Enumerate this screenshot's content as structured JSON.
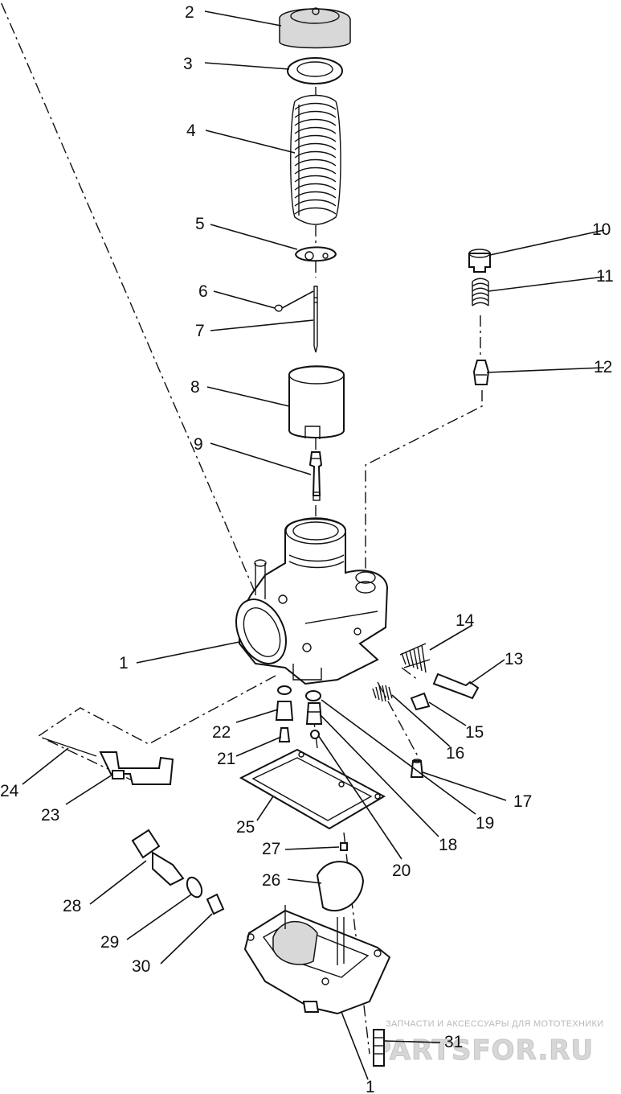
{
  "callouts": [
    {
      "id": "c1a",
      "text": "1"
    },
    {
      "id": "c1b",
      "text": "1"
    },
    {
      "id": "c2",
      "text": "2"
    },
    {
      "id": "c3",
      "text": "3"
    },
    {
      "id": "c4",
      "text": "4"
    },
    {
      "id": "c5",
      "text": "5"
    },
    {
      "id": "c6",
      "text": "6"
    },
    {
      "id": "c7",
      "text": "7"
    },
    {
      "id": "c8",
      "text": "8"
    },
    {
      "id": "c9",
      "text": "9"
    },
    {
      "id": "c10",
      "text": "10"
    },
    {
      "id": "c11",
      "text": "11"
    },
    {
      "id": "c12",
      "text": "12"
    },
    {
      "id": "c13",
      "text": "13"
    },
    {
      "id": "c14",
      "text": "14"
    },
    {
      "id": "c15",
      "text": "15"
    },
    {
      "id": "c16",
      "text": "16"
    },
    {
      "id": "c17",
      "text": "17"
    },
    {
      "id": "c18",
      "text": "18"
    },
    {
      "id": "c19",
      "text": "19"
    },
    {
      "id": "c20",
      "text": "20"
    },
    {
      "id": "c21",
      "text": "21"
    },
    {
      "id": "c22",
      "text": "22"
    },
    {
      "id": "c23",
      "text": "23"
    },
    {
      "id": "c24",
      "text": "24"
    },
    {
      "id": "c25",
      "text": "25"
    },
    {
      "id": "c26",
      "text": "26"
    },
    {
      "id": "c27",
      "text": "27"
    },
    {
      "id": "c28",
      "text": "28"
    },
    {
      "id": "c29",
      "text": "29"
    },
    {
      "id": "c30",
      "text": "30"
    },
    {
      "id": "c31",
      "text": "31"
    }
  ],
  "watermark": {
    "tagline": "ЗАПЧАСТИ И АКСЕССУАРЫ ДЛЯ МОТОТЕХНИКИ",
    "site": "PARTSFOR.RU"
  }
}
